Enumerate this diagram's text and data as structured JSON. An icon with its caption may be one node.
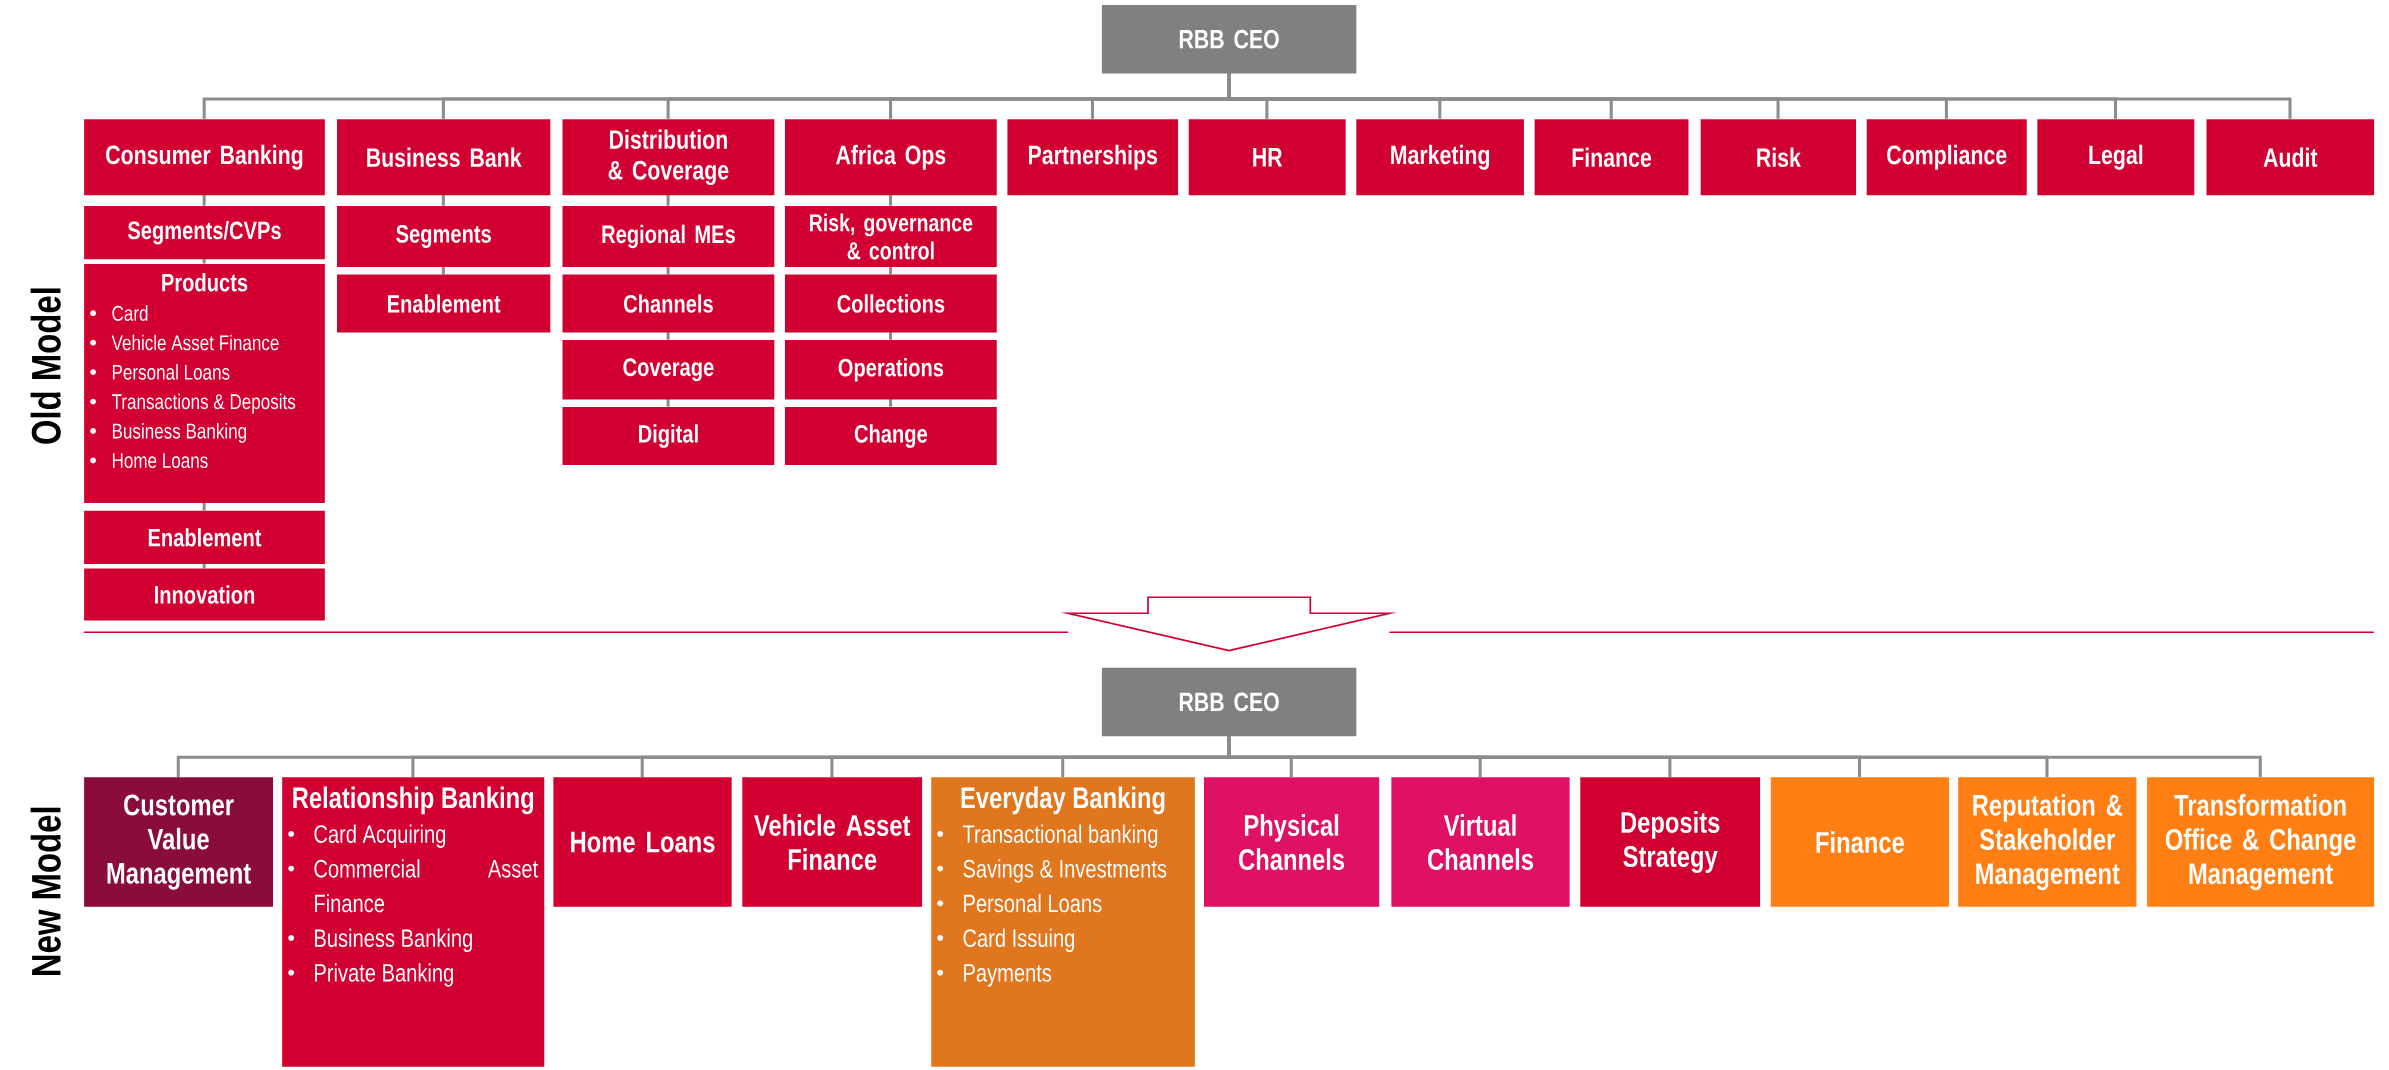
{
  "diagram": {
    "nodes": [
      {
        "text": [
          "RBB CEO"
        ]
      },
      {
        "text": [
          "Consumer Banking"
        ]
      },
      {
        "text": [
          "Business Bank"
        ]
      },
      {
        "text": [
          "Distribution & Coverage"
        ]
      },
      {
        "text": [
          "Africa Ops"
        ]
      },
      {
        "text": [
          "Partnerships"
        ]
      },
      {
        "text": [
          "HR"
        ]
      },
      {
        "text": [
          "Marketing"
        ]
      },
      {
        "text": [
          "Finance"
        ]
      },
      {
        "text": [
          "Risk"
        ]
      },
      {
        "text": [
          "Compliance"
        ]
      },
      {
        "text": [
          "Legal"
        ]
      },
      {
        "text": [
          "Audit"
        ]
      },
      {
        "text": [
          "Segments/CVPs"
        ]
      },
      {
        "text": [
          "Products",
          "Card",
          "Vehicle Asset Finance",
          "Personal Loans",
          "Transactions & Deposits",
          "Business Banking",
          "Home Loans"
        ]
      },
      {
        "text": [
          "Enablement"
        ]
      },
      {
        "text": [
          "Innovation"
        ]
      },
      {
        "text": [
          "Segments"
        ]
      },
      {
        "text": [
          "Enablement"
        ]
      },
      {
        "text": [
          "Regional MEs"
        ]
      },
      {
        "text": [
          "Channels"
        ]
      },
      {
        "text": [
          "Coverage"
        ]
      },
      {
        "text": [
          "Digital"
        ]
      },
      {
        "text": [
          "Risk, governance & control"
        ]
      },
      {
        "text": [
          "Collections"
        ]
      },
      {
        "text": [
          "Operations"
        ]
      },
      {
        "text": [
          "Change"
        ]
      },
      {
        "text": [
          "RBB CEO"
        ]
      },
      {
        "text": [
          "Customer Value Management"
        ]
      },
      {
        "text": [
          "Relationship Banking",
          "Card Acquiring",
          "Commercial Asset Finance",
          "Business Banking",
          "Private Banking"
        ]
      },
      {
        "text": [
          "Home Loans"
        ]
      },
      {
        "text": [
          "Vehicle Asset Finance"
        ]
      },
      {
        "text": [
          "Everyday Banking",
          "Transactional banking",
          "Savings & Investments",
          "Personal Loans",
          "Card Issuing",
          "Payments"
        ]
      },
      {
        "text": [
          "Physical Channels"
        ]
      },
      {
        "text": [
          "Virtual Channels"
        ]
      },
      {
        "text": [
          "Deposits Strategy"
        ]
      },
      {
        "text": [
          "Finance"
        ]
      },
      {
        "text": [
          "Reputation & Stakeholder Management"
        ]
      },
      {
        "text": [
          "Transformation Office & Change Management"
        ]
      }
    ],
    "edges": [
      {
        "from": 0,
        "to": 1,
        "arrow": "none"
      },
      {
        "from": 0,
        "to": 2,
        "arrow": "none"
      },
      {
        "from": 0,
        "to": 3,
        "arrow": "none"
      },
      {
        "from": 0,
        "to": 4,
        "arrow": "none"
      },
      {
        "from": 0,
        "to": 5,
        "arrow": "none"
      },
      {
        "from": 0,
        "to": 6,
        "arrow": "none"
      },
      {
        "from": 0,
        "to": 7,
        "arrow": "none"
      },
      {
        "from": 0,
        "to": 8,
        "arrow": "none"
      },
      {
        "from": 0,
        "to": 9,
        "arrow": "none"
      },
      {
        "from": 0,
        "to": 10,
        "arrow": "none"
      },
      {
        "from": 0,
        "to": 11,
        "arrow": "none"
      },
      {
        "from": 0,
        "to": 12,
        "arrow": "none"
      },
      {
        "from": 1,
        "to": 13,
        "arrow": "none"
      },
      {
        "from": 13,
        "to": 14,
        "arrow": "none"
      },
      {
        "from": 14,
        "to": 15,
        "arrow": "none"
      },
      {
        "from": 15,
        "to": 16,
        "arrow": "none"
      },
      {
        "from": 2,
        "to": 17,
        "arrow": "none"
      },
      {
        "from": 17,
        "to": 18,
        "arrow": "none"
      },
      {
        "from": 3,
        "to": 19,
        "arrow": "none"
      },
      {
        "from": 19,
        "to": 20,
        "arrow": "none"
      },
      {
        "from": 20,
        "to": 21,
        "arrow": "none"
      },
      {
        "from": 21,
        "to": 22,
        "arrow": "none"
      },
      {
        "from": 4,
        "to": 23,
        "arrow": "none"
      },
      {
        "from": 23,
        "to": 24,
        "arrow": "none"
      },
      {
        "from": 24,
        "to": 25,
        "arrow": "none"
      },
      {
        "from": 25,
        "to": 26,
        "arrow": "none"
      },
      {
        "from": 27,
        "to": 28,
        "arrow": "none"
      },
      {
        "from": 27,
        "to": 29,
        "arrow": "none"
      },
      {
        "from": 27,
        "to": 30,
        "arrow": "none"
      },
      {
        "from": 27,
        "to": 31,
        "arrow": "none"
      },
      {
        "from": 27,
        "to": 32,
        "arrow": "none"
      },
      {
        "from": 27,
        "to": 33,
        "arrow": "none"
      },
      {
        "from": 27,
        "to": 34,
        "arrow": "none"
      },
      {
        "from": 27,
        "to": 35,
        "arrow": "none"
      },
      {
        "from": 27,
        "to": 36,
        "arrow": "none"
      },
      {
        "from": 27,
        "to": 37,
        "arrow": "none"
      },
      {
        "from": 27,
        "to": 38,
        "arrow": "none"
      }
    ],
    "labels": [
      "Old Model",
      "New Model"
    ]
  }
}
